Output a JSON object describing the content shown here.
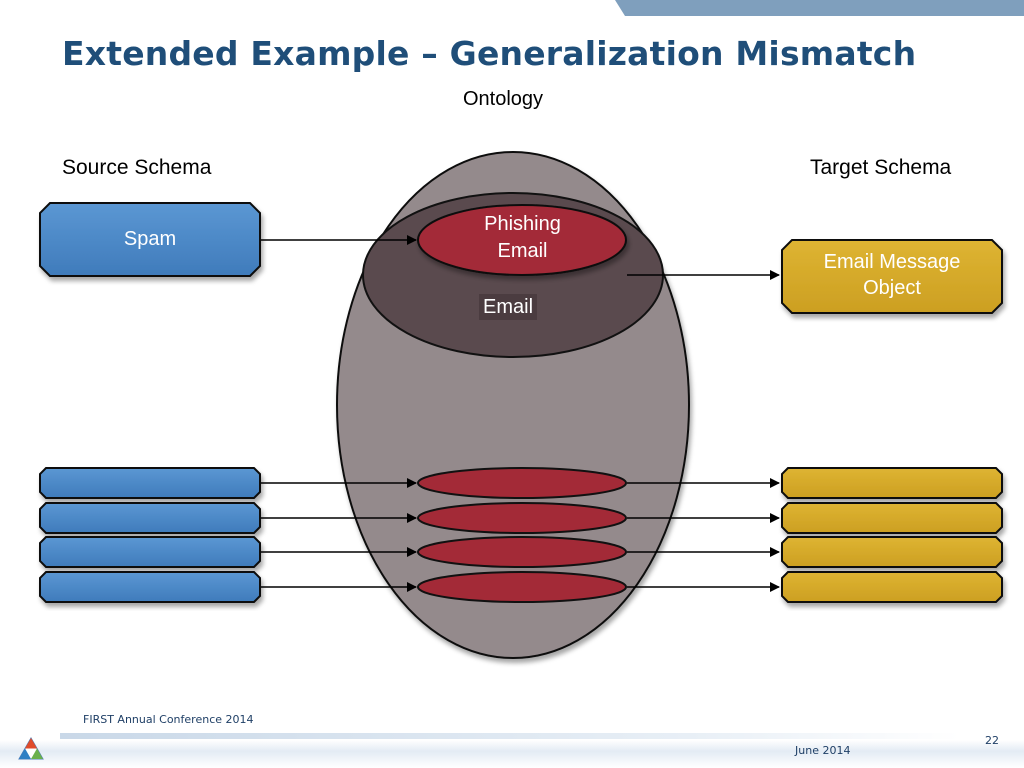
{
  "slide": {
    "title": "Extended Example – Generalization Mismatch",
    "page_number": "22"
  },
  "diagram": {
    "ontology_label": "Ontology",
    "source_label": "Source Schema",
    "target_label": "Target Schema",
    "source_node": "Spam",
    "ontology_specific_node_line1": "Phishing",
    "ontology_specific_node_line2": "Email",
    "ontology_general_node": "Email",
    "target_node_line1": "Email Message",
    "target_node_line2": "Object",
    "colors": {
      "source": "#4a87c5",
      "ontology_outer": "#948a8c",
      "ontology_inner": "#5a4a4e",
      "ontology_node": "#a32a37",
      "target": "#d4a82a"
    }
  },
  "footer": {
    "conference": "FIRST Annual Conference 2014",
    "date": "June 2014"
  }
}
